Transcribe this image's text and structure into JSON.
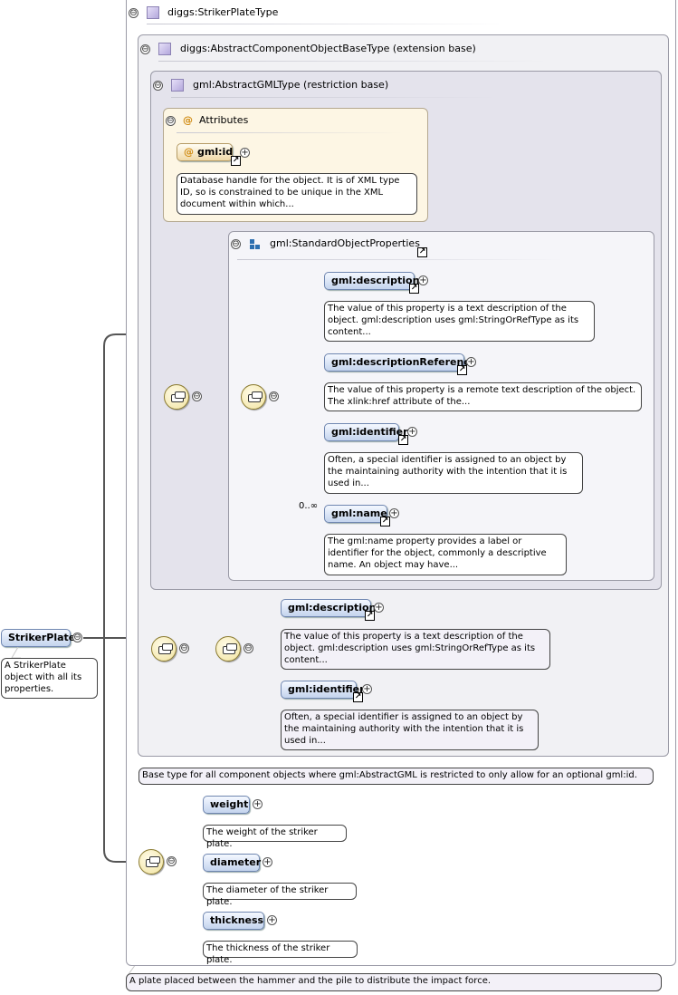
{
  "root_type": {
    "title": "diggs:StrikerPlateType",
    "doc": "A plate placed between the hammer and the pile to distribute the impact force."
  },
  "extension_base": {
    "title": "diggs:AbstractComponentObjectBaseType (extension base)",
    "doc": "Base type for all component objects where gml:AbstractGML is restricted to only allow for an optional gml:id."
  },
  "restriction_base": {
    "title": "gml:AbstractGMLType (restriction base)"
  },
  "attributes": {
    "title": "Attributes",
    "items": [
      {
        "name": "gml:id",
        "doc": "Database handle for the object. It is of XML type ID, so is constrained to be unique in the XML document within which..."
      }
    ]
  },
  "standard_props": {
    "title": "gml:StandardObjectProperties",
    "elements": [
      {
        "name": "gml:description",
        "doc": "The value of this property is a text description of the object. gml:description uses gml:StringOrRefType as its content..."
      },
      {
        "name": "gml:descriptionReference",
        "doc": "The value of this property is a remote text description of the object. The xlink:href attribute of the..."
      },
      {
        "name": "gml:identifier",
        "doc": "Often, a special identifier is assigned to an object by the maintaining authority with the intention that it is used in..."
      },
      {
        "name": "gml:name",
        "occurrence": "0..∞",
        "doc": "The gml:name property provides a label or identifier for the object, commonly a descriptive name. An object may have..."
      }
    ]
  },
  "ext_elements": [
    {
      "name": "gml:description",
      "doc": "The value of this property is a text description of the object. gml:description uses gml:StringOrRefType as its content..."
    },
    {
      "name": "gml:identifier",
      "doc": "Often, a special identifier is assigned to an object by the maintaining authority with the intention that it is used in..."
    }
  ],
  "root_element": {
    "name": "StrikerPlate",
    "doc": "A StrikerPlate object with all its properties."
  },
  "own_elements": [
    {
      "name": "weight",
      "doc": "The weight of the striker plate."
    },
    {
      "name": "diameter",
      "doc": "The diameter of the striker plate."
    },
    {
      "name": "thickness",
      "doc": "The thickness of the striker plate."
    }
  ],
  "symbols": {
    "collapse": "⊖",
    "expand": "+",
    "reference": "↗",
    "attribute": "@"
  }
}
